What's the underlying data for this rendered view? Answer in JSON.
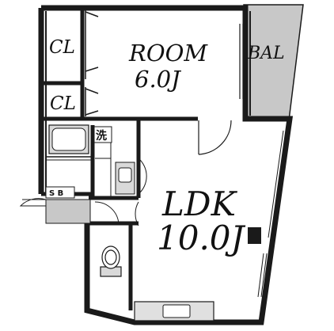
{
  "rooms": {
    "room_name": "ROOM",
    "room_size": "6.0J",
    "balcony": "BAL",
    "closet_upper": "CL",
    "closet_lower": "CL",
    "ldk_name": "LDK",
    "ldk_size": "10.0J",
    "washer": "洗",
    "shoe_box": "S B"
  },
  "colors": {
    "wall": "#1a1a1a",
    "balcony_fill": "#c8c8c8",
    "fixture_fill": "#d9d9d9",
    "floor": "#ffffff"
  }
}
